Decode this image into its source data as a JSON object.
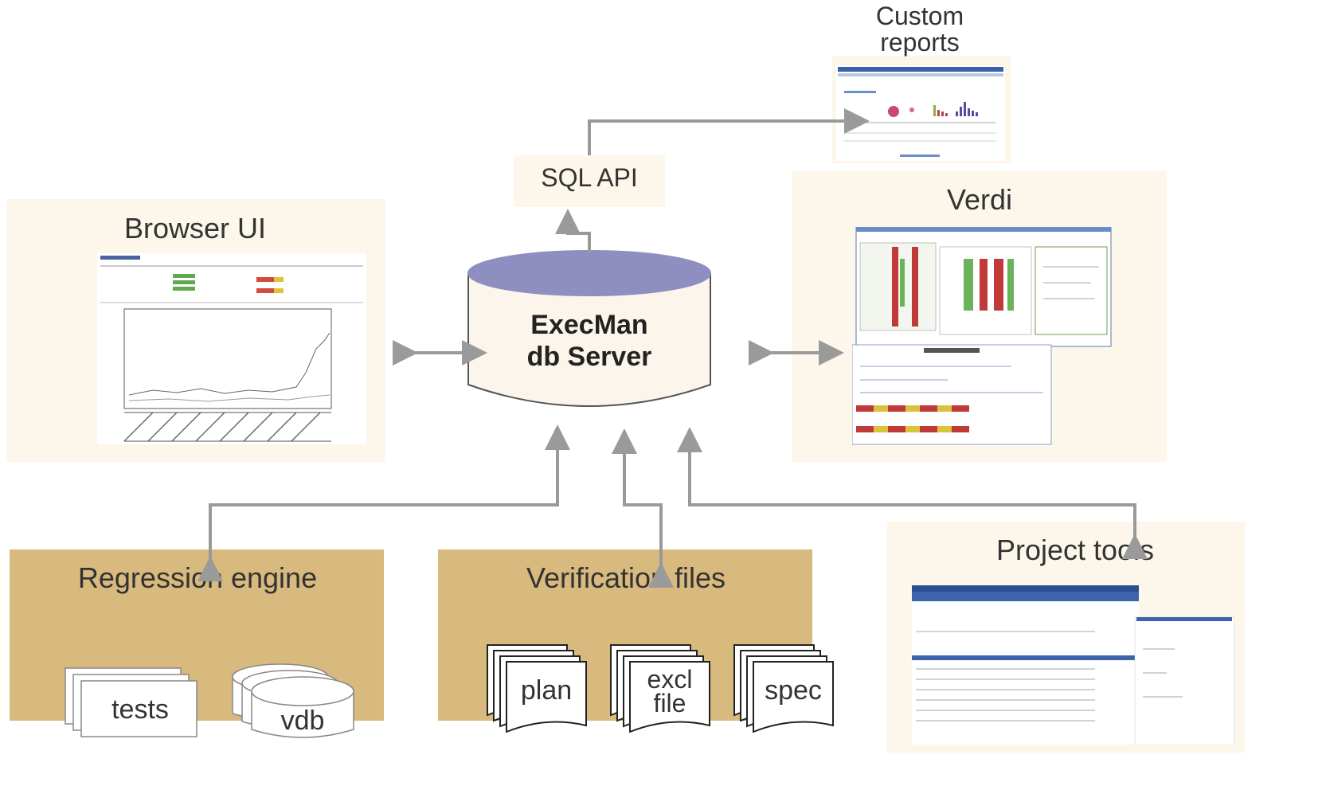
{
  "custom_reports": {
    "title_line1": "Custom",
    "title_line2": "reports"
  },
  "sql_api": {
    "label": "SQL API"
  },
  "browser_ui": {
    "title": "Browser UI"
  },
  "verdi": {
    "title": "Verdi"
  },
  "server": {
    "line1": "ExecMan",
    "line2": "db Server"
  },
  "regression_engine": {
    "title": "Regression engine",
    "items": [
      "tests",
      "vdb"
    ]
  },
  "verification_files": {
    "title": "Verification files",
    "items": [
      {
        "line1": "plan",
        "line2": ""
      },
      {
        "line1": "excl",
        "line2": "file"
      },
      {
        "line1": "spec",
        "line2": ""
      }
    ]
  },
  "project_tools": {
    "title": "Project tools"
  },
  "colors": {
    "panel_light": "#fcf7ea",
    "panel_gold": "#d8b97e",
    "arrow": "#9a9a9a",
    "db_top": "#8e8ec0",
    "db_body": "#fbf5ec"
  }
}
